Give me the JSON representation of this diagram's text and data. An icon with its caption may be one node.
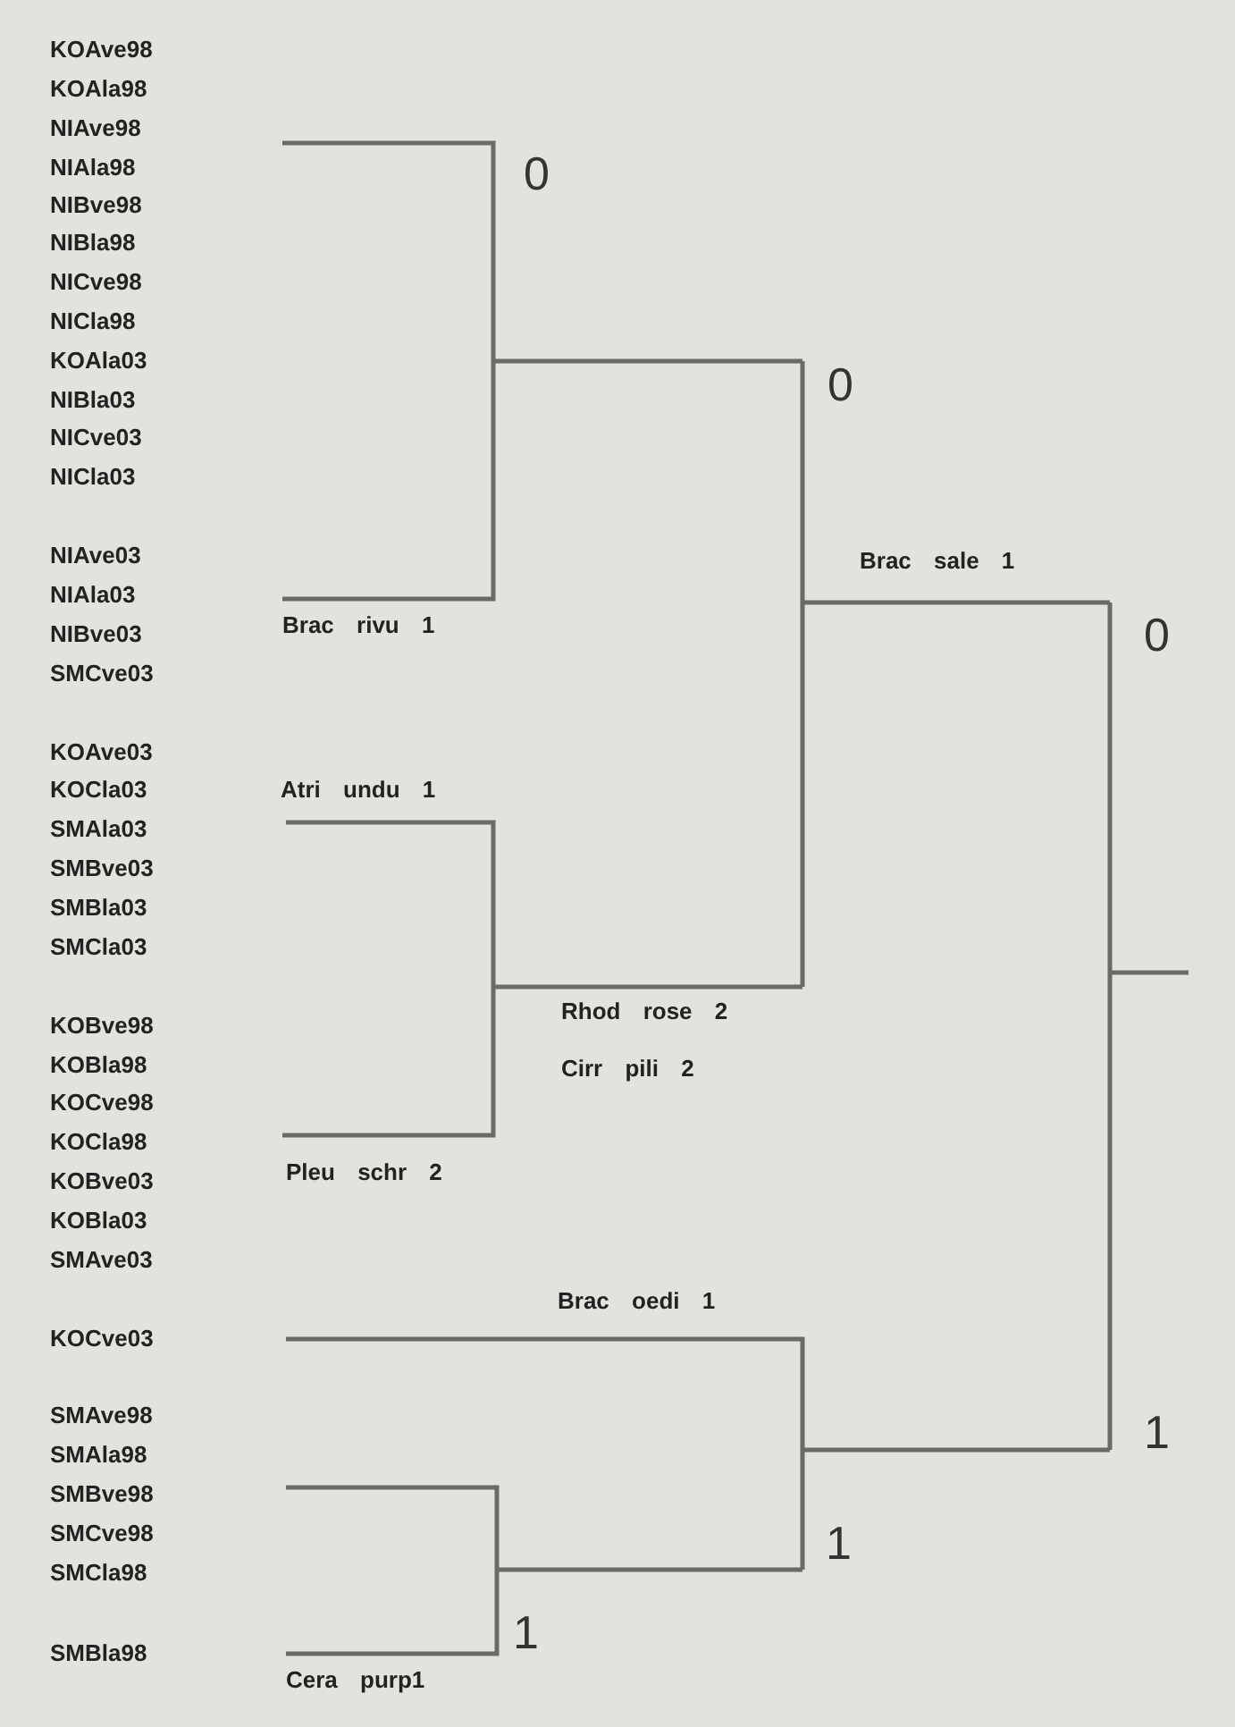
{
  "diagram": {
    "labels": [
      "KOAve98",
      "KOAla98",
      "NIAve98",
      "NIAla98",
      "NIBve98",
      "NIBla98",
      "NICve98",
      "NICla98",
      "KOAla03",
      "NIBla03",
      "NICve03",
      "NICla03",
      "NIAve03",
      "NIAla03",
      "NIBve03",
      "SMCve03",
      "KOAve03",
      "KOCla03",
      "SMAla03",
      "SMBve03",
      "SMBla03",
      "SMCla03",
      "KOBve98",
      "KOBla98",
      "KOCve98",
      "KOCla98",
      "KOBve03",
      "KOBla03",
      "SMAve03",
      "KOCve03",
      "SMAve98",
      "SMAla98",
      "SMBve98",
      "SMCve98",
      "SMCla98",
      "SMBla98",
      "0",
      "0",
      "Brac sale 1",
      "Brac rivu 1",
      "0",
      "Atri undu 1",
      "Rhod rose 2",
      "Cirr pili 2",
      "Pleu schr 2",
      "Brac oedi 1",
      "1",
      "1",
      "1",
      "Cera purp1"
    ]
  }
}
